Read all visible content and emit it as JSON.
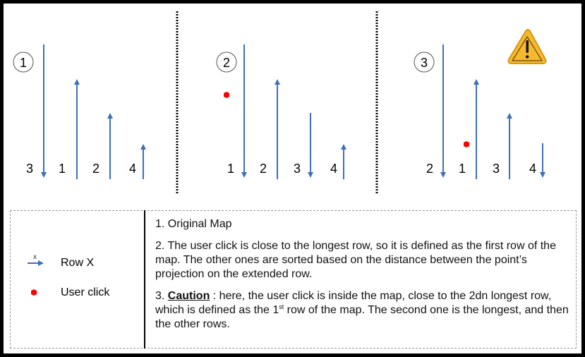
{
  "panels": [
    {
      "id": 1,
      "badge": "1",
      "row_labels": [
        "3",
        "1",
        "2",
        "4"
      ],
      "has_user_click": false,
      "has_warning": false
    },
    {
      "id": 2,
      "badge": "2",
      "row_labels": [
        "1",
        "2",
        "3",
        "4"
      ],
      "has_user_click": true,
      "has_warning": false
    },
    {
      "id": 3,
      "badge": "3",
      "row_labels": [
        "2",
        "1",
        "3",
        "4"
      ],
      "has_user_click": true,
      "has_warning": true
    }
  ],
  "legend": {
    "row_marker": "x",
    "row_label": "Row X",
    "click_label": "User click"
  },
  "descriptions": {
    "item1": "1. Original Map",
    "item2": "2. The user click is close to the longest row, so it is defined as the first row of the map. The other ones are sorted based on the distance between the point’s projection on the extended row.",
    "item3_prefix": "3. ",
    "item3_caution": "Caution",
    "item3_part1": " : here, the user click is inside the map, close to the 2dn longest row, which is defined as the 1",
    "item3_sup": "st",
    "item3_part2": " row of the map. The second one is the longest, and then the other rows."
  },
  "colors": {
    "arrow": "#3f6fb5",
    "user_click": "#ff0000",
    "warning_fill": "#f5b82e",
    "warning_stroke": "#c88a10"
  }
}
